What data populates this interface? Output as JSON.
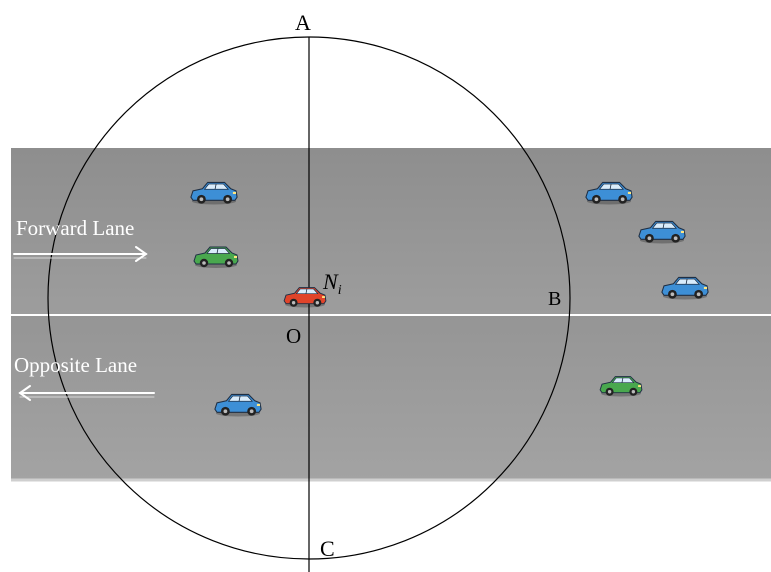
{
  "diagram": {
    "labels": {
      "point_a": "A",
      "point_b": "B",
      "point_c": "C",
      "point_o": "O",
      "node_main": "N",
      "node_sub": "i"
    },
    "lanes": {
      "forward": "Forward Lane",
      "opposite": "Opposite Lane"
    },
    "colors": {
      "road": "#9a9a9a",
      "lane_divider": "#ffffff",
      "circle": "#000000",
      "blue_car": "#3d8fd6",
      "green_car": "#49a84e",
      "red_car": "#e0442a"
    }
  }
}
